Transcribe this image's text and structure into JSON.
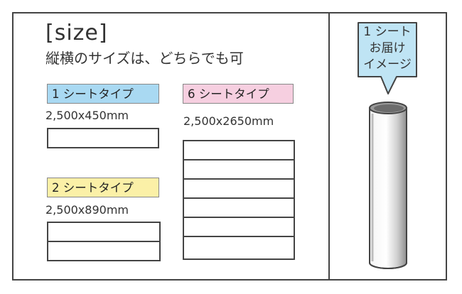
{
  "title": "[size]",
  "subtitle": "縦横のサイズは、どちらでも可",
  "types": [
    {
      "label": "1 シートタイプ",
      "dims": "2,500x450mm",
      "color": "#a9d9f2"
    },
    {
      "label": "6 シートタイプ",
      "dims": "2,500x2650mm",
      "color": "#f6cfe0"
    },
    {
      "label": "2 シートタイプ",
      "dims": "2,500x890mm",
      "color": "#fbf0a7"
    }
  ],
  "callout": {
    "line1": "1 シート",
    "line2": "お届け",
    "line3": "イメージ",
    "fill": "#bfe4f4"
  },
  "colors": {
    "border": "#444444",
    "tube": "#9a9a9a"
  }
}
